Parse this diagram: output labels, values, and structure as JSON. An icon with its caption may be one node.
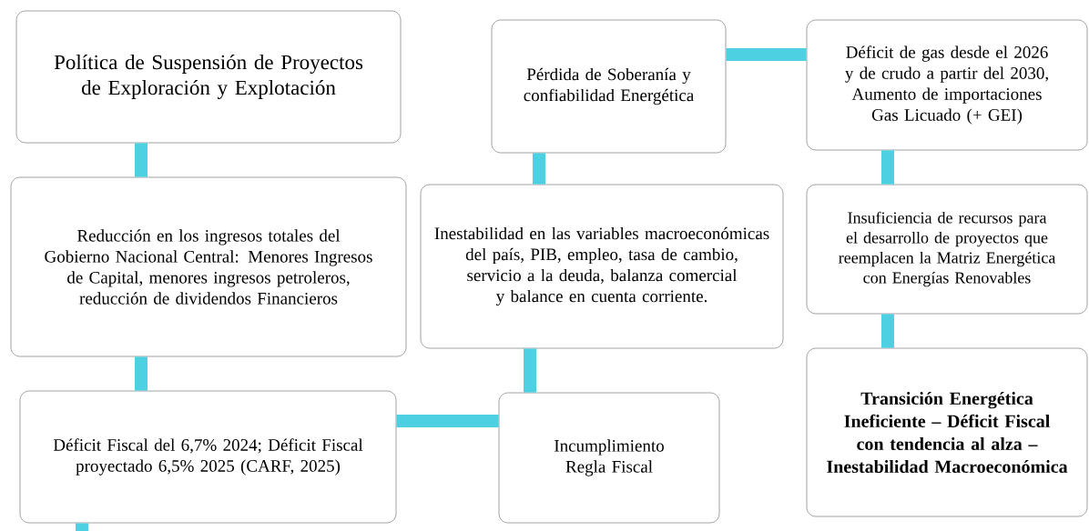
{
  "diagram": {
    "nodes": [
      {
        "text": [
          "Política de Suspensión de Proyectos de Exploración y Explotación"
        ]
      },
      {
        "text": [
          "Reducción en los ingresos totales del Gobierno Nacional Central: Menores Ingresos de Capital, menores ingresos petroleros, reducción de dividendos Financieros"
        ]
      },
      {
        "text": [
          "Déficit Fiscal del 6,7% 2024; Déficit Fiscal proyectado 6,5% 2025 (CARF, 2025)"
        ]
      },
      {
        "text": [
          "Incumplimiento Regla Fiscal"
        ]
      },
      {
        "text": [
          "Inestabilidad en las variables macroeconómicas del país, PIB, empleo, tasa de cambio, servicio a la deuda, balanza comercial y balance en cuenta corriente."
        ]
      },
      {
        "text": [
          "Pérdida de Soberanía y confiabilidad Energética"
        ]
      },
      {
        "text": [
          "Déficit de gas desde el 2026 y de crudo a partir del 2030, Aumento de importaciones Gas Licuado (+ GEI)"
        ]
      },
      {
        "text": [
          "Insuficiencia de recursos para el desarrollo de proyectos que reemplacen la Matriz Energética con Energías Renovables"
        ]
      },
      {
        "text": [
          "Transición Energética Ineficiente – Déficit Fiscal con tendencia al alza – Inestabilidad Macroeconómica"
        ]
      }
    ],
    "edges": [
      {
        "from": 0,
        "to": 1,
        "arrow": "none"
      },
      {
        "from": 1,
        "to": 2,
        "arrow": "none"
      },
      {
        "from": 2,
        "to": 3,
        "arrow": "none"
      },
      {
        "from": 3,
        "to": 4,
        "arrow": "none"
      },
      {
        "from": 4,
        "to": 5,
        "arrow": "none"
      },
      {
        "from": 5,
        "to": 6,
        "arrow": "none"
      },
      {
        "from": 6,
        "to": 7,
        "arrow": "none"
      },
      {
        "from": 7,
        "to": 8,
        "arrow": "none"
      },
      {
        "from": 2,
        "to": null,
        "arrow": "none"
      }
    ]
  }
}
